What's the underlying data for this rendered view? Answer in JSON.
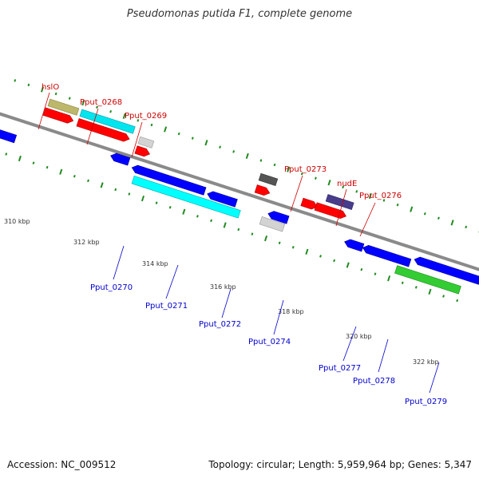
{
  "title": "Pseudomonas putida F1, complete genome",
  "footer": {
    "accession": "Accession: NC_009512",
    "summary": "Topology: circular; Length: 5,959,964 bp; Genes: 5,347"
  },
  "colors": {
    "backbone": "#8a8a8a",
    "forward_label": "#cc0000",
    "reverse_label": "#0000cc",
    "tick": "#228b22"
  },
  "scale_labels": [
    "310 kbp",
    "312 kbp",
    "314 kbp",
    "316 kbp",
    "318 kbp",
    "320 kbp",
    "322 kbp"
  ],
  "forward_genes": [
    {
      "label": "hslO",
      "color": "#cc0000"
    },
    {
      "label": "Pput_0268",
      "color": "#cc0000"
    },
    {
      "label": "Pput_0269",
      "color": "#cc0000"
    },
    {
      "label": "Pput_0273",
      "color": "#cc0000"
    },
    {
      "label": "nudE",
      "color": "#cc0000"
    },
    {
      "label": "Pput_0276",
      "color": "#cc0000"
    }
  ],
  "reverse_genes": [
    {
      "label": "Pput_0270",
      "color": "#0000cc"
    },
    {
      "label": "Pput_0271",
      "color": "#0000cc"
    },
    {
      "label": "Pput_0272",
      "color": "#0000cc"
    },
    {
      "label": "Pput_0274",
      "color": "#0000cc"
    },
    {
      "label": "Pput_0277",
      "color": "#0000cc"
    },
    {
      "label": "Pput_0278",
      "color": "#0000cc"
    },
    {
      "label": "Pput_0279",
      "color": "#0000cc"
    }
  ]
}
